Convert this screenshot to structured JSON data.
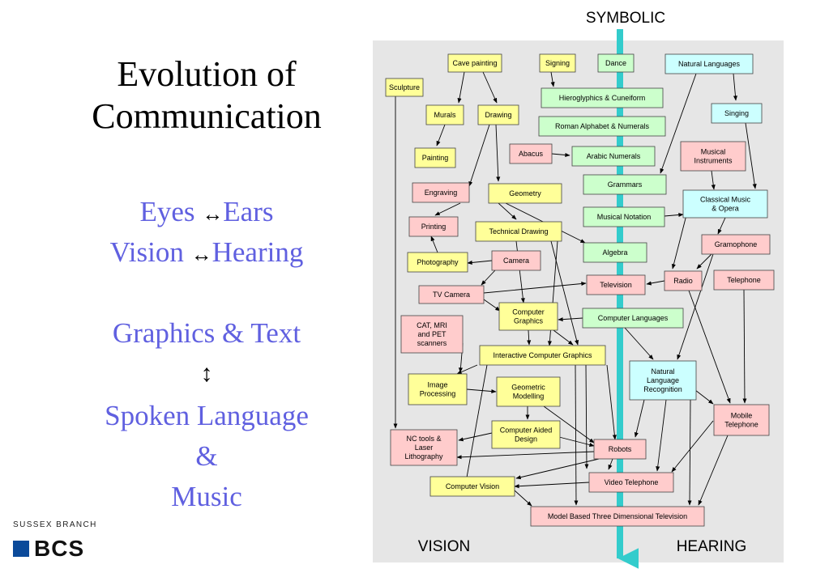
{
  "slide": {
    "title_line1": "Evolution of",
    "title_line2": "Communication",
    "eyes": "Eyes",
    "ears": "Ears",
    "vision": "Vision",
    "hearing": "Hearing",
    "graphics_text": "Graphics & Text",
    "spoken_language": "Spoken Language",
    "ampersand": "&",
    "music": "Music",
    "arrow_lr": "↔",
    "arrow_ud": "↕"
  },
  "brand": {
    "branch": "SUSSEX BRANCH",
    "name": "BCS"
  },
  "diagram": {
    "top_label": "SYMBOLIC",
    "left_label": "VISION",
    "right_label": "HEARING",
    "colors": {
      "yellow": "#ffff99",
      "green": "#ccffcc",
      "pink": "#ffcccc",
      "cyan": "#ccffff",
      "panel": "#e6e6e6",
      "axis": "#33cccc"
    },
    "nodes": {
      "cave_painting": [
        "Cave painting"
      ],
      "signing": [
        "Signing"
      ],
      "dance": [
        "Dance"
      ],
      "natural_languages": [
        "Natural Languages"
      ],
      "sculpture": [
        "Sculpture"
      ],
      "hieroglyphics": [
        "Hieroglyphics & Cuneiform"
      ],
      "murals": [
        "Murals"
      ],
      "drawing": [
        "Drawing"
      ],
      "singing": [
        "Singing"
      ],
      "roman_alphabet": [
        "Roman Alphabet & Numerals"
      ],
      "painting": [
        "Painting"
      ],
      "abacus": [
        "Abacus"
      ],
      "arabic_numerals": [
        "Arabic Numerals"
      ],
      "musical_instruments": [
        "Musical",
        "Instruments"
      ],
      "engraving": [
        "Engraving"
      ],
      "geometry": [
        "Geometry"
      ],
      "grammars": [
        "Grammars"
      ],
      "classical_music": [
        "Classical Music",
        "& Opera"
      ],
      "printing": [
        "Printing"
      ],
      "technical_drawing": [
        "Technical Drawing"
      ],
      "musical_notation": [
        "Musical Notation"
      ],
      "gramophone": [
        "Gramophone"
      ],
      "photography": [
        "Photography"
      ],
      "camera": [
        "Camera"
      ],
      "algebra": [
        "Algebra"
      ],
      "radio": [
        "Radio"
      ],
      "telephone": [
        "Telephone"
      ],
      "television": [
        "Television"
      ],
      "tv_camera": [
        "TV Camera"
      ],
      "computer_graphics": [
        "Computer",
        "Graphics"
      ],
      "computer_languages": [
        "Computer Languages"
      ],
      "cat_mri": [
        "CAT, MRI",
        "and PET",
        "scanners"
      ],
      "interactive_cg": [
        "Interactive Computer Graphics"
      ],
      "nl_recognition": [
        "Natural",
        "Language",
        "Recognition"
      ],
      "image_processing": [
        "Image",
        "Processing"
      ],
      "geometric_modelling": [
        "Geometric",
        "Modelling"
      ],
      "mobile_telephone": [
        "Mobile",
        "Telephone"
      ],
      "cad": [
        "Computer Aided",
        "Design"
      ],
      "nc_tools": [
        "NC tools &",
        "Laser",
        "Lithography"
      ],
      "robots": [
        "Robots"
      ],
      "video_telephone": [
        "Video Telephone"
      ],
      "computer_vision": [
        "Computer Vision"
      ],
      "model_3d_tv": [
        "Model Based Three Dimensional Television"
      ]
    }
  }
}
